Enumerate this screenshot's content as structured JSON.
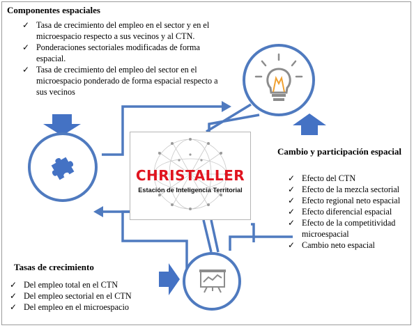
{
  "colors": {
    "accent_blue": "#4472C4",
    "circle_stroke": "#4F7ABF",
    "logo_red": "#E0141F",
    "icon_gray": "#8C8C8C",
    "bulb_orange": "#F0A030"
  },
  "components": {
    "heading": "Componentes espaciales",
    "items": [
      "Tasa de crecimiento del empleo en el sector y en el microespacio respecto a sus vecinos y al CTN.",
      "Ponderaciones sectoriales modificadas de forma espacial.",
      "Tasa de crecimiento del empleo del sector en el microespacio ponderado de forma espacial respecto a sus vecinos"
    ]
  },
  "change": {
    "heading": "Cambio y participación espacial",
    "items": [
      "Efecto del CTN",
      "Efecto de la mezcla sectorial",
      "Efecto regional neto espacial",
      "Efecto diferencial espacial",
      "Efecto de la competitividad microespacial",
      "Cambio neto espacial"
    ]
  },
  "growth": {
    "heading": "Tasas de crecimiento",
    "items": [
      "Del empleo total en el CTN",
      "Del empleo sectorial en el CTN",
      "Del empleo en el microespacio"
    ]
  },
  "logo": {
    "title": "CHRISTALLER",
    "subtitle": "Estación de Inteligencia Territorial"
  },
  "icons": {
    "top_right": "lightbulb-icon",
    "left": "puzzle-icon",
    "bottom": "presentation-chart-icon",
    "check": "check-icon"
  },
  "check_glyph": "✓"
}
